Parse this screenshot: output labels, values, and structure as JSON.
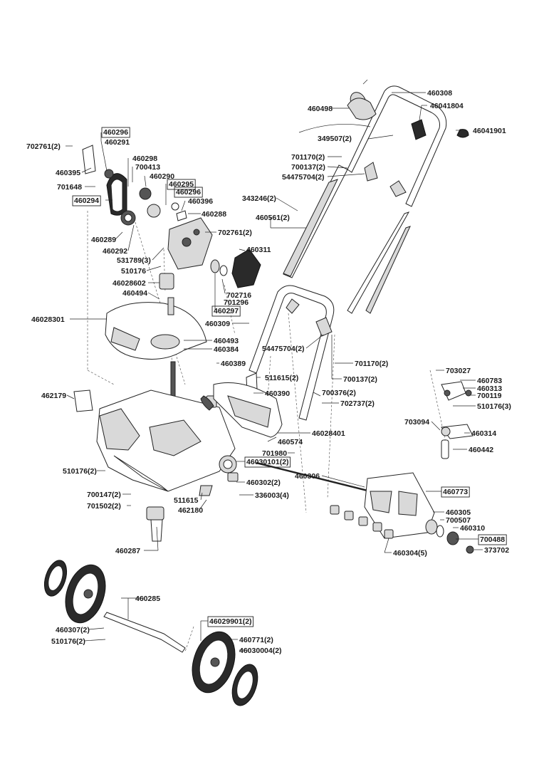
{
  "labels": [
    {
      "id": "460308",
      "text": "460308"
    },
    {
      "id": "460498",
      "text": "460498"
    },
    {
      "id": "46041804",
      "text": "46041804"
    },
    {
      "id": "46041901",
      "text": "46041901"
    },
    {
      "id": "349507",
      "text": "349507(2)"
    },
    {
      "id": "460296a",
      "text": "460296",
      "boxed": true
    },
    {
      "id": "460291",
      "text": "460291"
    },
    {
      "id": "702761a",
      "text": "702761(2)"
    },
    {
      "id": "460395",
      "text": "460395"
    },
    {
      "id": "701648",
      "text": "701648"
    },
    {
      "id": "460298",
      "text": "460298"
    },
    {
      "id": "700413",
      "text": "700413"
    },
    {
      "id": "460290",
      "text": "460290"
    },
    {
      "id": "460295",
      "text": "460295",
      "boxed": true
    },
    {
      "id": "460296b",
      "text": "460296",
      "boxed": true
    },
    {
      "id": "460396",
      "text": "460396"
    },
    {
      "id": "460294",
      "text": "460294",
      "boxed": true
    },
    {
      "id": "460288",
      "text": "460288"
    },
    {
      "id": "701170a",
      "text": "701170(2)"
    },
    {
      "id": "700137a",
      "text": "700137(2)"
    },
    {
      "id": "54475704a",
      "text": "54475704(2)"
    },
    {
      "id": "343246",
      "text": "343246(2)"
    },
    {
      "id": "460561",
      "text": "460561(2)"
    },
    {
      "id": "460289",
      "text": "460289"
    },
    {
      "id": "460292",
      "text": "460292"
    },
    {
      "id": "702761b",
      "text": "702761(2)"
    },
    {
      "id": "531789",
      "text": "531789(3)"
    },
    {
      "id": "510176a",
      "text": "510176"
    },
    {
      "id": "460311",
      "text": "460311"
    },
    {
      "id": "46028602",
      "text": "46028602"
    },
    {
      "id": "460494",
      "text": "460494"
    },
    {
      "id": "702716",
      "text": "702716"
    },
    {
      "id": "701296",
      "text": "701296"
    },
    {
      "id": "460297",
      "text": "460297",
      "boxed": true
    },
    {
      "id": "46028301",
      "text": "46028301"
    },
    {
      "id": "460309",
      "text": "460309"
    },
    {
      "id": "460493",
      "text": "460493"
    },
    {
      "id": "460384",
      "text": "460384"
    },
    {
      "id": "54475704b",
      "text": "54475704(2)"
    },
    {
      "id": "701170b",
      "text": "701170(2)"
    },
    {
      "id": "460389",
      "text": "460389"
    },
    {
      "id": "511615a",
      "text": "511615(2)"
    },
    {
      "id": "700137b",
      "text": "700137(2)"
    },
    {
      "id": "703027",
      "text": "703027"
    },
    {
      "id": "460783",
      "text": "460783"
    },
    {
      "id": "460313",
      "text": "460313"
    },
    {
      "id": "700119",
      "text": "700119"
    },
    {
      "id": "510176b",
      "text": "510176(3)"
    },
    {
      "id": "462179",
      "text": "462179"
    },
    {
      "id": "460390",
      "text": "460390"
    },
    {
      "id": "700376",
      "text": "700376(2)"
    },
    {
      "id": "702737",
      "text": "702737(2)"
    },
    {
      "id": "703094",
      "text": "703094"
    },
    {
      "id": "460314",
      "text": "460314"
    },
    {
      "id": "46028401",
      "text": "46028401"
    },
    {
      "id": "460574",
      "text": "460574"
    },
    {
      "id": "460442",
      "text": "460442"
    },
    {
      "id": "701980",
      "text": "701980"
    },
    {
      "id": "46030101",
      "text": "46030101(2)",
      "boxed": true
    },
    {
      "id": "510176c",
      "text": "510176(2)"
    },
    {
      "id": "460306",
      "text": "460306"
    },
    {
      "id": "460302",
      "text": "460302(2)"
    },
    {
      "id": "700147",
      "text": "700147(2)"
    },
    {
      "id": "336003",
      "text": "336003(4)"
    },
    {
      "id": "460773",
      "text": "460773",
      "boxed": true
    },
    {
      "id": "701502",
      "text": "701502(2)"
    },
    {
      "id": "511615b",
      "text": "511615"
    },
    {
      "id": "462180",
      "text": "462180"
    },
    {
      "id": "460305",
      "text": "460305"
    },
    {
      "id": "700507",
      "text": "700507"
    },
    {
      "id": "460310",
      "text": "460310"
    },
    {
      "id": "700488",
      "text": "700488",
      "boxed": true
    },
    {
      "id": "460287",
      "text": "460287"
    },
    {
      "id": "373702",
      "text": "373702"
    },
    {
      "id": "460304",
      "text": "460304(5)"
    },
    {
      "id": "460285",
      "text": "460285"
    },
    {
      "id": "46029901",
      "text": "46029901(2)",
      "boxed": true
    },
    {
      "id": "460307",
      "text": "460307(2)"
    },
    {
      "id": "460771",
      "text": "460771(2)"
    },
    {
      "id": "510176d",
      "text": "510176(2)"
    },
    {
      "id": "46030004",
      "text": "46030004(2)"
    }
  ]
}
